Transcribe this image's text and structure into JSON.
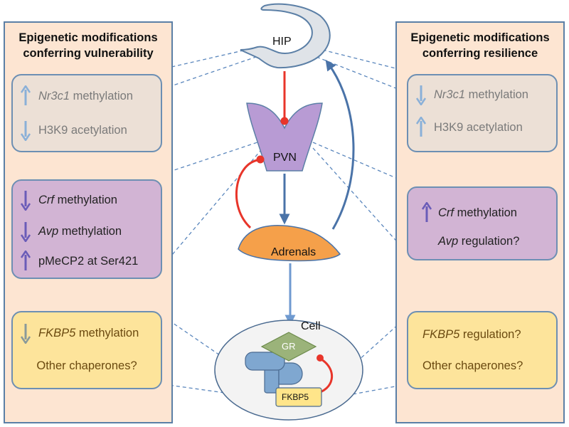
{
  "colors": {
    "panel_bg": "#fde5d2",
    "panel_border": "#5b7fa6",
    "gray_box": "#ece0d6",
    "purple_box": "#d2b4d4",
    "yellow_box": "#fde49b",
    "hip_fill": "#dfe3e8",
    "pvn_fill": "#b89bd4",
    "adrenals_fill": "#f5a04a",
    "gr_fill": "#9bb37a",
    "fkbp5_fill": "#ffe58a",
    "inhibit_red": "#e8352a",
    "arrow_blue": "#4a73a8"
  },
  "left_panel": {
    "title_line1": "Epigenetic modifications",
    "title_line2": "conferring vulnerability",
    "box1": {
      "row1_gene": "Nr3c1",
      "row1_rest": " methylation",
      "row1_dir": "up",
      "row2_text": "H3K9 acetylation",
      "row2_dir": "down"
    },
    "box2": {
      "row1_gene": "Crf",
      "row1_rest": " methylation",
      "row1_dir": "down",
      "row2_gene": "Avp",
      "row2_rest": " methylation",
      "row2_dir": "down",
      "row3_text": "pMeCP2 at Ser421",
      "row3_dir": "up"
    },
    "box3": {
      "row1_gene": "FKBP5",
      "row1_rest": " methylation",
      "row1_dir": "down",
      "row2_text": "Other chaperones?"
    }
  },
  "right_panel": {
    "title_line1": "Epigenetic modifications",
    "title_line2": "conferring resilience",
    "box1": {
      "row1_gene": "Nr3c1",
      "row1_rest": " methylation",
      "row1_dir": "down",
      "row2_text": "H3K9 acetylation",
      "row2_dir": "up"
    },
    "box2": {
      "row1_gene": "Crf",
      "row1_rest": " methylation",
      "row1_dir": "up",
      "row2_gene": "Avp",
      "row2_rest": " regulation?"
    },
    "box3": {
      "row1_gene": "FKBP5",
      "row1_rest": " regulation?",
      "row2_text": "Other chaperones?"
    }
  },
  "center": {
    "hip_label": "HIP",
    "pvn_label": "PVN",
    "adrenals_label": "Adrenals",
    "cell_label": "Cell",
    "gr_label": "GR",
    "fkbp5_label": "FKBP5"
  }
}
